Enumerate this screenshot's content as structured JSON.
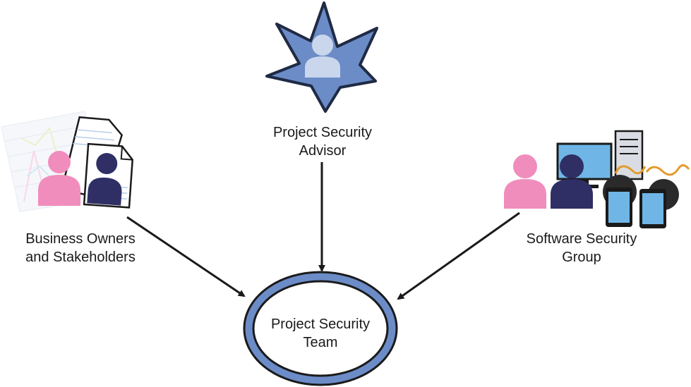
{
  "nodes": {
    "advisor": {
      "line1": "Project Security",
      "line2": "Advisor"
    },
    "business": {
      "line1": "Business Owners",
      "line2": "and Stakeholders"
    },
    "software": {
      "line1": "Software Security",
      "line2": "Group"
    },
    "team": {
      "line1": "Project Security",
      "line2": "Team"
    }
  },
  "colors": {
    "star_fill": "#6b8cc7",
    "star_stroke": "#1f2a44",
    "person_pink": "#f08dbd",
    "person_navy": "#2f2f66",
    "person_light": "#c9d6ec",
    "team_ring": "#6b8cc7",
    "arrow": "#1a1a1a",
    "fuse": "#e39a2b",
    "screen": "#6fb6e6"
  }
}
